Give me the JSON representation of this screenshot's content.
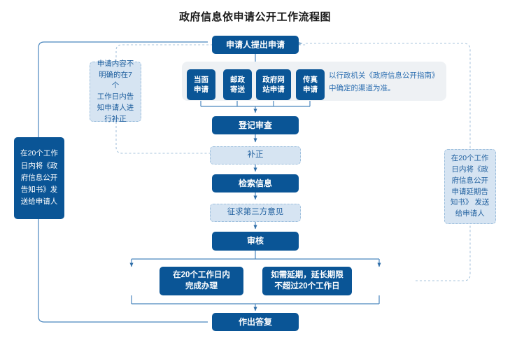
{
  "page": {
    "title": "政府信息依申请公开工作流程图",
    "colors": {
      "process_fill": "#0a5596",
      "process_text": "#ffffff",
      "optional_fill": "#d6e4f2",
      "optional_text": "#1f5f9e",
      "optional_border": "#9dbfdd",
      "panel_fill": "#eef1f4",
      "connector_solid": "#4a86bd",
      "connector_dashed": "#a8c4dc",
      "background": "#ffffff"
    }
  },
  "flow": {
    "start": {
      "label": "申请人提出申请"
    },
    "channels": {
      "items": [
        {
          "label": "当面\n申请"
        },
        {
          "label": "邮政\n寄送"
        },
        {
          "label": "政府网\n站申请"
        },
        {
          "label": "传真\n申请"
        }
      ],
      "note": "以行政机关《政府信息公开指南》\n中确定的渠道为准。"
    },
    "steps": [
      {
        "id": "register",
        "label": "登记审查",
        "kind": "process"
      },
      {
        "id": "correct",
        "label": "补正",
        "kind": "optional"
      },
      {
        "id": "retrieve",
        "label": "检索信息",
        "kind": "process"
      },
      {
        "id": "thirdparty",
        "label": "征求第三方意见",
        "kind": "optional"
      },
      {
        "id": "review",
        "label": "审核",
        "kind": "process"
      }
    ],
    "branches": [
      {
        "id": "ontime",
        "label": "在20个工作日内\n完成办理"
      },
      {
        "id": "extend",
        "label": "如需延期，延长期限\n不超过20个工作日"
      }
    ],
    "end": {
      "label": "作出答复"
    }
  },
  "notes": {
    "left_supplement": "申请内容不\n明确的在7个\n工作日内告\n知申请人进\n行补正",
    "left_reply": "在20个工作\n日内将《政\n府信息公开\n告知书》发\n送给申请人",
    "right_extend": "在20个工作\n日内将《政\n府信息公开\n申请延期告\n知书》 发送\n给申请人"
  }
}
